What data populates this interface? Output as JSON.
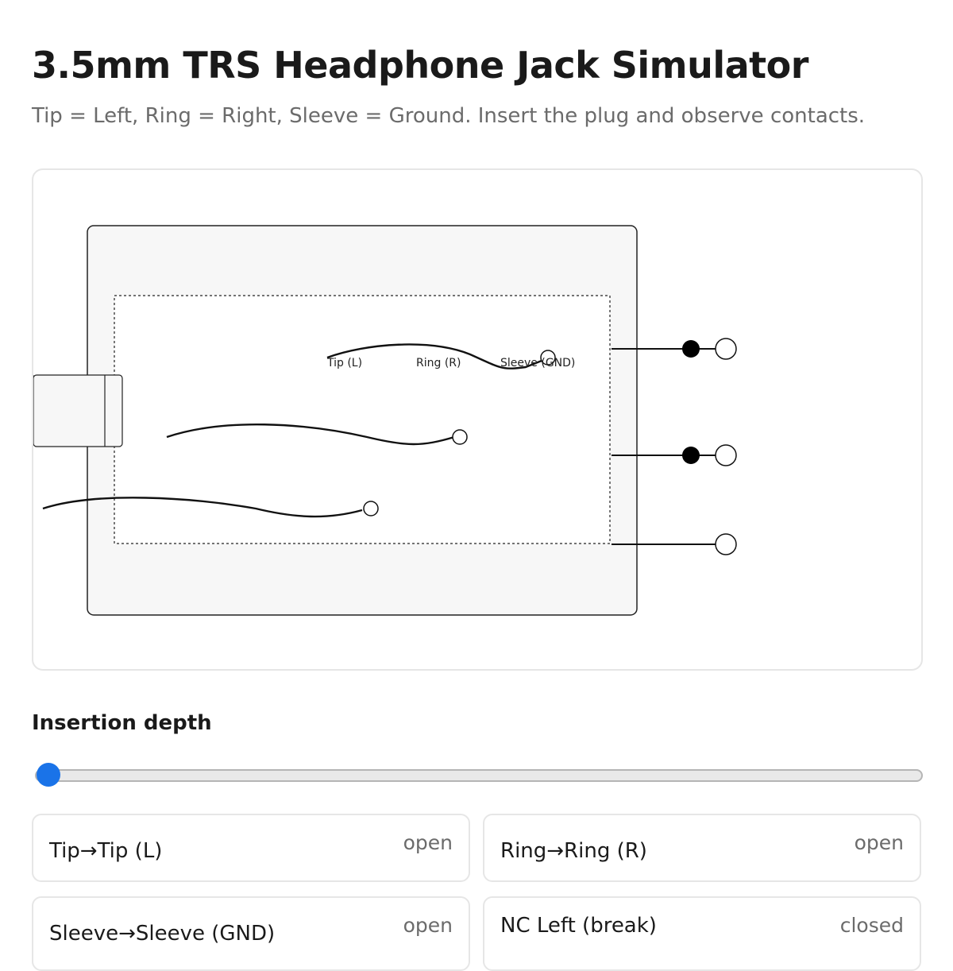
{
  "header": {
    "title": "3.5mm TRS Headphone Jack Simulator",
    "subtitle": "Tip = Left, Ring = Right, Sleeve = Ground. Insert the plug and observe contacts."
  },
  "diagram": {
    "labels": {
      "tip": "Tip (L)",
      "ring": "Ring (R)",
      "sleeve": "Sleeve (GND)"
    }
  },
  "controls": {
    "depth_label": "Insertion depth",
    "depth_value": 0
  },
  "contacts": [
    {
      "label": "Tip→Tip (L)",
      "state": "open"
    },
    {
      "label": "Ring→Ring (R)",
      "state": "open"
    },
    {
      "label": "Sleeve→Sleeve (GND)",
      "state": "open"
    },
    {
      "label": "NC Left (break)",
      "state": "closed"
    }
  ]
}
